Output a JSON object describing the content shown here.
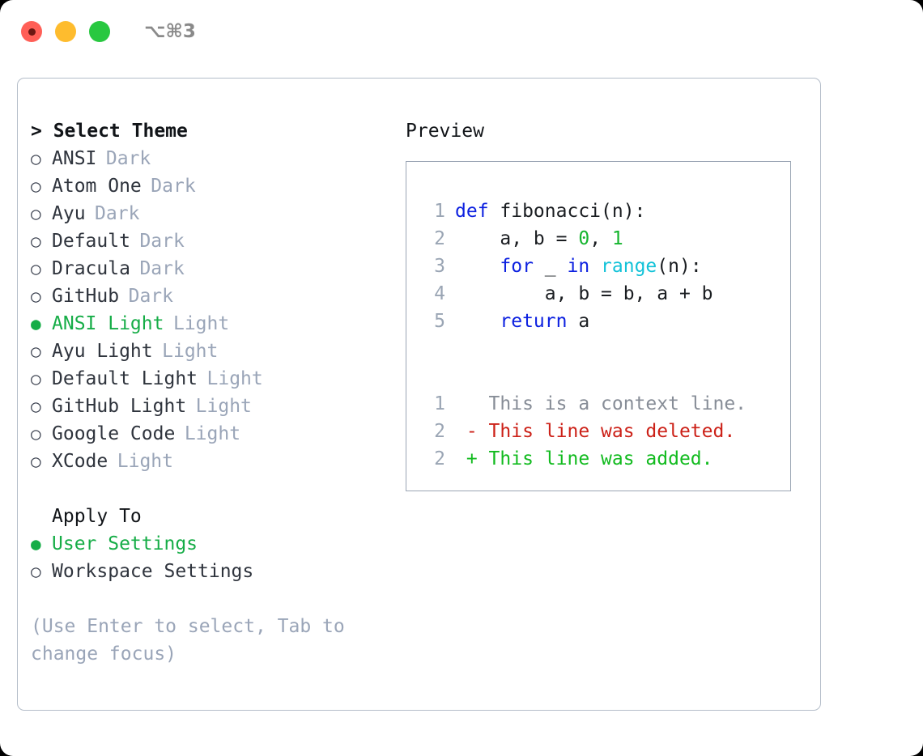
{
  "titlebar": {
    "shortcut": "⌥⌘3",
    "buttons": [
      {
        "name": "close",
        "color": "#ff5f57"
      },
      {
        "name": "minimize",
        "color": "#febc2e"
      },
      {
        "name": "maximize",
        "color": "#28c840"
      }
    ]
  },
  "theme_picker": {
    "heading": "> Select Theme",
    "selected_marker": "●",
    "unselected_marker": "○",
    "items": [
      {
        "name": "ANSI",
        "tag": "Dark",
        "selected": false
      },
      {
        "name": "Atom One",
        "tag": "Dark",
        "selected": false
      },
      {
        "name": "Ayu",
        "tag": "Dark",
        "selected": false
      },
      {
        "name": "Default",
        "tag": "Dark",
        "selected": false
      },
      {
        "name": "Dracula",
        "tag": "Dark",
        "selected": false
      },
      {
        "name": "GitHub",
        "tag": "Dark",
        "selected": false
      },
      {
        "name": "ANSI Light",
        "tag": "Light",
        "selected": true
      },
      {
        "name": "Ayu Light",
        "tag": "Light",
        "selected": false
      },
      {
        "name": "Default Light",
        "tag": "Light",
        "selected": false
      },
      {
        "name": "GitHub Light",
        "tag": "Light",
        "selected": false
      },
      {
        "name": "Google Code",
        "tag": "Light",
        "selected": false
      },
      {
        "name": "XCode",
        "tag": "Light",
        "selected": false
      }
    ]
  },
  "apply_to": {
    "heading": "Apply To",
    "options": [
      {
        "label": "User Settings",
        "selected": true
      },
      {
        "label": "Workspace Settings",
        "selected": false
      }
    ]
  },
  "hint": "(Use Enter to select, Tab to change focus)",
  "preview": {
    "title": "Preview",
    "code_lines": [
      {
        "num": "1",
        "tokens": [
          {
            "t": "def",
            "c": "kw"
          },
          {
            "t": " fibonacci(n):",
            "c": "plain"
          }
        ]
      },
      {
        "num": "2",
        "tokens": [
          {
            "t": "    a, b = ",
            "c": "plain"
          },
          {
            "t": "0",
            "c": "num"
          },
          {
            "t": ", ",
            "c": "plain"
          },
          {
            "t": "1",
            "c": "num"
          }
        ]
      },
      {
        "num": "3",
        "tokens": [
          {
            "t": "    ",
            "c": "plain"
          },
          {
            "t": "for",
            "c": "kw"
          },
          {
            "t": " _ ",
            "c": "plain"
          },
          {
            "t": "in",
            "c": "kw"
          },
          {
            "t": " ",
            "c": "plain"
          },
          {
            "t": "range",
            "c": "fn"
          },
          {
            "t": "(n):",
            "c": "plain"
          }
        ]
      },
      {
        "num": "4",
        "tokens": [
          {
            "t": "        a, b = b, a + b",
            "c": "plain"
          }
        ]
      },
      {
        "num": "5",
        "tokens": [
          {
            "t": "    ",
            "c": "plain"
          },
          {
            "t": "return",
            "c": "kw"
          },
          {
            "t": " a",
            "c": "plain"
          }
        ]
      }
    ],
    "diff_lines": [
      {
        "num": "1",
        "text": "   This is a context line.",
        "kind": "ctx"
      },
      {
        "num": "2",
        "text": " - This line was deleted.",
        "kind": "del"
      },
      {
        "num": "2",
        "text": " + This line was added.",
        "kind": "add"
      }
    ]
  },
  "colors": {
    "accent_green": "#16ad47",
    "muted": "#9aa5b8",
    "keyword_blue": "#0d21e0",
    "function_cyan": "#12c2d8",
    "number_green": "#15b52e",
    "diff_delete_red": "#cc2118",
    "diff_add_green": "#12bb1f",
    "border": "#b4bdc9"
  }
}
